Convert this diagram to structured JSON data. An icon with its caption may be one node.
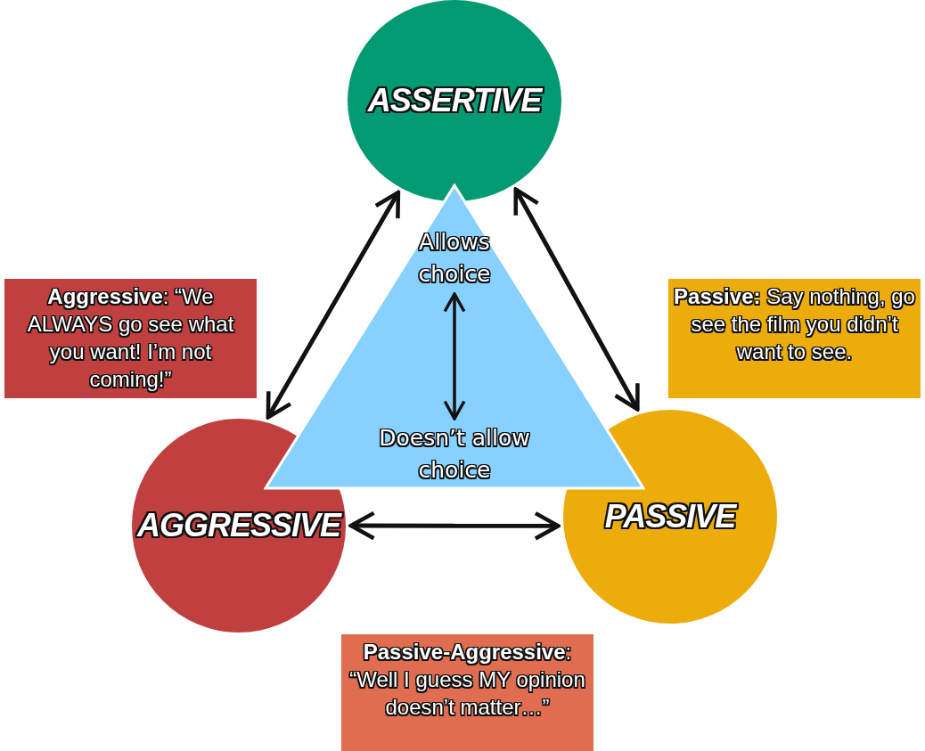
{
  "diagram": {
    "nodes": [
      {
        "text": [
          "ASSERTIVE"
        ]
      },
      {
        "text": [],
        "shape": "triangle"
      },
      {
        "text": [
          "Allows choice"
        ],
        "in": 1
      },
      {
        "text": [
          "**Aggressive**: “We ALWAYS go see what you want! I’m not coming!”"
        ]
      },
      {
        "text": [
          "**Passive:** Say nothing, go see the film you didn’t want to see."
        ]
      },
      {
        "text": [
          "Doesn’t allow choice"
        ],
        "in": 1
      },
      {
        "text": [
          "AGGRESSIVE"
        ]
      },
      {
        "text": [
          "PASSIVE"
        ]
      },
      {
        "text": [
          "**Passive-Aggressive**: “Well I guess MY opinion doesn’t matter…”"
        ]
      }
    ],
    "edges": [
      {
        "from": 0,
        "to": 6,
        "arrow": "both"
      },
      {
        "from": 0,
        "to": 7,
        "arrow": "both"
      },
      {
        "from": 2,
        "to": 5,
        "arrow": "both"
      },
      {
        "from": 6,
        "to": 7,
        "arrow": "both"
      }
    ]
  }
}
